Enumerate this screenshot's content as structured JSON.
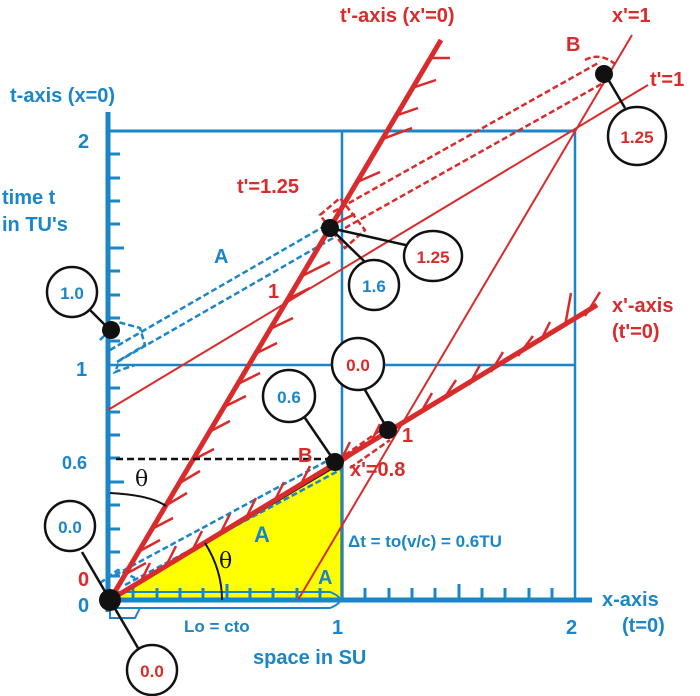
{
  "diagram": {
    "type": "spacetime-diagram",
    "colors": {
      "rest_frame": "#1a86c8",
      "moving_frame": "#d92b2b",
      "triangle_fill": "#ffff00",
      "ink": "#111111"
    },
    "axes": {
      "t_axis_label": "t-axis (x=0)",
      "t_axis_title_line1": "time t",
      "t_axis_title_line2": "in TU's",
      "t_ticks": {
        "t0": "0",
        "t06": "0.6",
        "t1": "1",
        "t2": "2"
      },
      "x_axis_label_line1": "x-axis",
      "x_axis_label_line2": "(t=0)",
      "x_axis_title": "space  in SU",
      "x_ticks": {
        "x0": "0",
        "x1": "1",
        "x2": "2"
      },
      "tprime_axis_label": "t'-axis (x'=0)",
      "xprime_axis_label_line1": "x'-axis",
      "xprime_axis_label_line2": "(t'=0)",
      "xprime_eq_1": "x'=1",
      "tprime_eq_1": "t'=1",
      "tprime_eq_125": "t'=1.25",
      "xprime_eq_08": "x'=0.8",
      "red_zero": "0",
      "red_one_upper": "1",
      "red_one_lower": "1"
    },
    "labels": {
      "A_upper": "A",
      "A_triangle": "A",
      "A_lower": "A",
      "B_upper": "B",
      "B_lower": "B",
      "theta_upper": "θ",
      "theta_lower": "θ",
      "length_eq": "Lo = cto",
      "delta_t_eq": "Δt = to(v/c) = 0.6TU"
    },
    "bubbles": {
      "origin_blue": "0.0",
      "origin_red": "0.0",
      "t1_blue": "1.0",
      "event_center_blue": "1.6",
      "event_center_red": "1.25",
      "top_right_red": "1.25",
      "event_B_blue": "0.6",
      "event_x1_red": "0.0"
    }
  }
}
